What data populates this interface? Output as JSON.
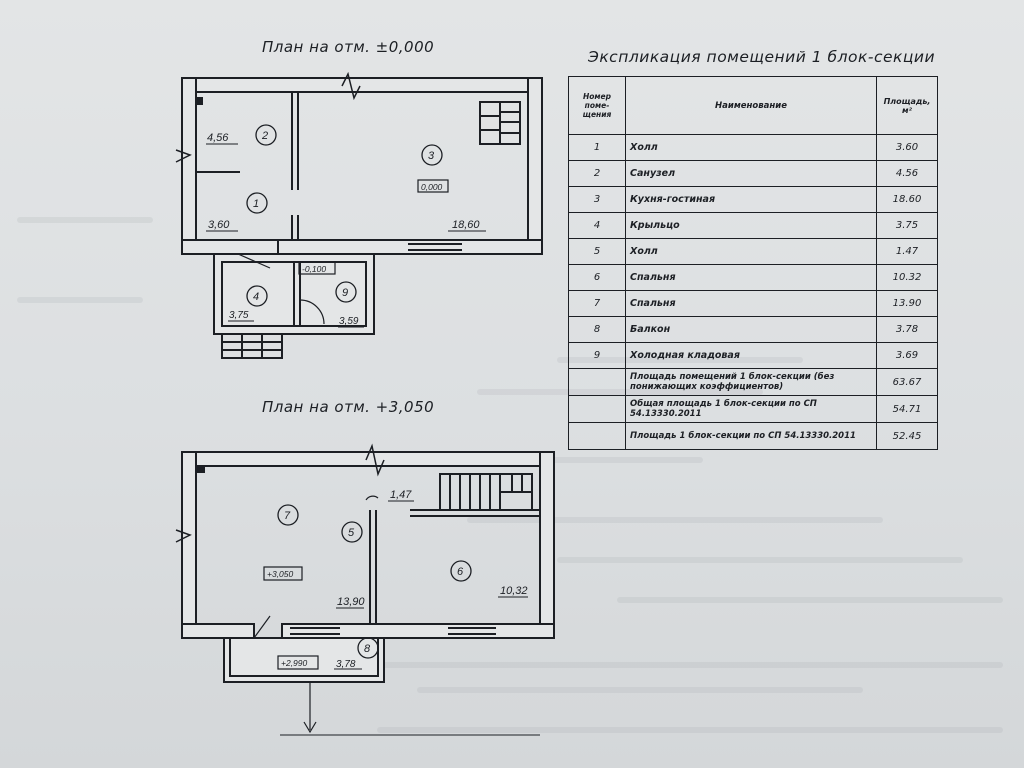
{
  "plan1": {
    "title": "План на отм. ±0,000",
    "rooms": [
      {
        "no": "2",
        "area": "4,56"
      },
      {
        "no": "3",
        "area": "18,60"
      },
      {
        "no": "1",
        "area": "3,60"
      },
      {
        "no": "4",
        "area": "3,75"
      },
      {
        "no": "9",
        "area": "3,59"
      }
    ],
    "level_mark": "0,000",
    "level_mark_low": "-0,100"
  },
  "plan2": {
    "title": "План на отм. +3,050",
    "rooms": [
      {
        "no": "7",
        "area": "13,90"
      },
      {
        "no": "5",
        "area": "1,47"
      },
      {
        "no": "6",
        "area": "10,32"
      },
      {
        "no": "8",
        "area": "3,78"
      }
    ],
    "level_mark": "+3,050",
    "level_mark_low": "+2,990"
  },
  "explication": {
    "title": "Экспликация помещений 1 блок-секции",
    "headers": {
      "no": "Номер поме-щения",
      "name": "Наименование",
      "area": "Площадь, м²"
    },
    "rows": [
      {
        "no": "1",
        "name": "Холл",
        "area": "3.60"
      },
      {
        "no": "2",
        "name": "Санузел",
        "area": "4.56"
      },
      {
        "no": "3",
        "name": "Кухня-гостиная",
        "area": "18.60"
      },
      {
        "no": "4",
        "name": "Крыльцо",
        "area": "3.75"
      },
      {
        "no": "5",
        "name": "Холл",
        "area": "1.47"
      },
      {
        "no": "6",
        "name": "Спальня",
        "area": "10.32"
      },
      {
        "no": "7",
        "name": "Спальня",
        "area": "13.90"
      },
      {
        "no": "8",
        "name": "Балкон",
        "area": "3.78"
      },
      {
        "no": "9",
        "name": "Холодная кладовая",
        "area": "3.69"
      }
    ],
    "totals": [
      {
        "name": "Площадь помещений 1 блок-секции (без понижающих коэффициентов)",
        "area": "63.67"
      },
      {
        "name": "Общая площадь 1 блок-секции по СП 54.13330.2011",
        "area": "54.71"
      },
      {
        "name": "Площадь 1 блок-секции по СП 54.13330.2011",
        "area": "52.45"
      }
    ]
  }
}
